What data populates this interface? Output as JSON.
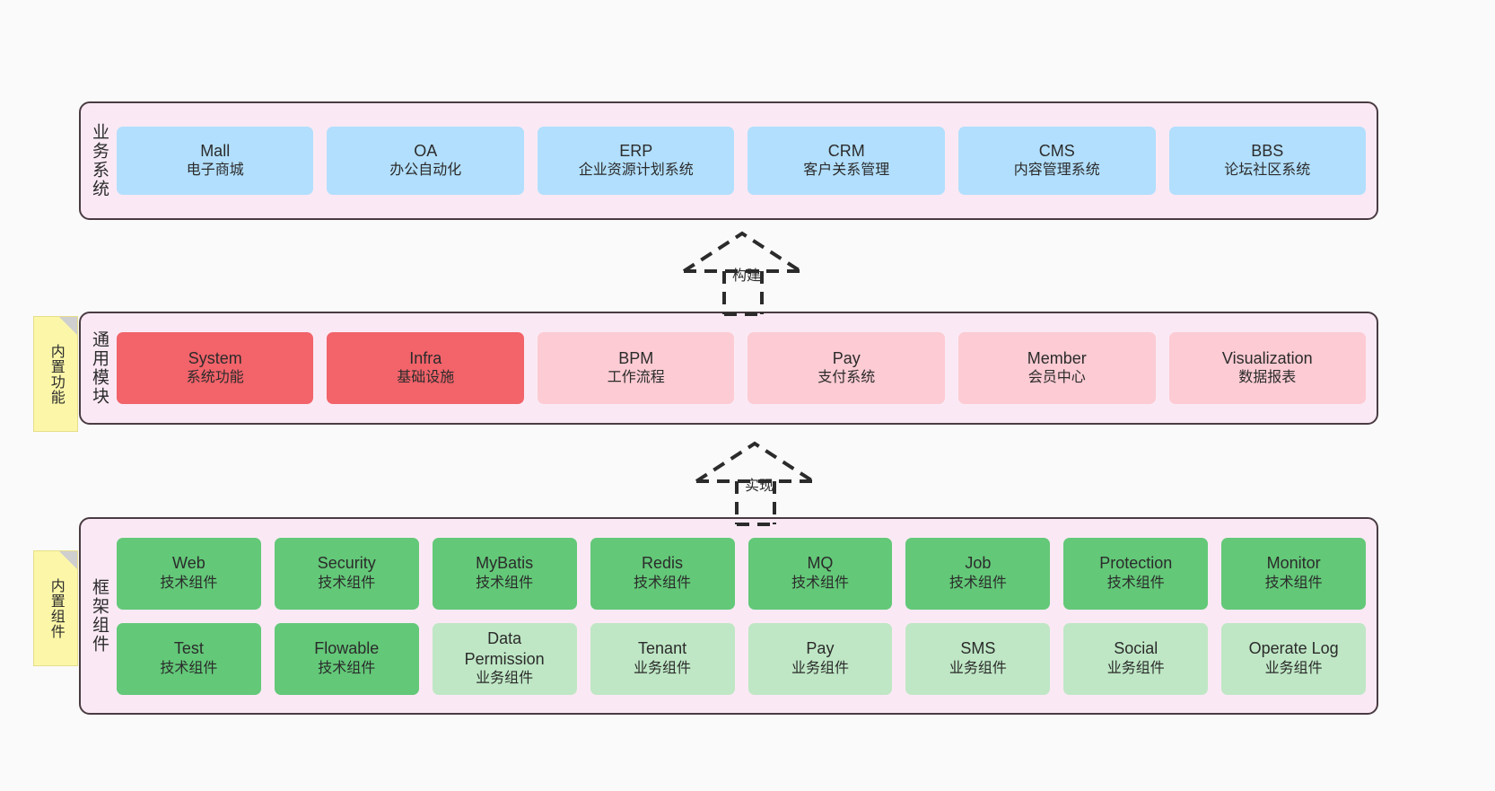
{
  "diagram": {
    "title_hidden": "",
    "colors": {
      "layer_bg": "#fae9f4",
      "layer_border": "#4a3b42",
      "business_box": "#b2dffd",
      "module_core": "#f2636a",
      "module_other": "#fccbd3",
      "component_tech": "#63c878",
      "component_biz": "#bfe7c5",
      "tag_bg": "#fcf7a8",
      "page_bg": "#fafafa"
    }
  },
  "layers": {
    "business": {
      "title": "业务系统",
      "items": [
        {
          "name": "Mall",
          "desc": "电子商城"
        },
        {
          "name": "OA",
          "desc": "办公自动化"
        },
        {
          "name": "ERP",
          "desc": "企业资源计划系统"
        },
        {
          "name": "CRM",
          "desc": "客户关系管理"
        },
        {
          "name": "CMS",
          "desc": "内容管理系统"
        },
        {
          "name": "BBS",
          "desc": "论坛社区系统"
        }
      ]
    },
    "modules": {
      "title": "通用模块",
      "tag": "内置功能",
      "items": [
        {
          "name": "System",
          "desc": "系统功能",
          "kind": "core"
        },
        {
          "name": "Infra",
          "desc": "基础设施",
          "kind": "core"
        },
        {
          "name": "BPM",
          "desc": "工作流程",
          "kind": "other"
        },
        {
          "name": "Pay",
          "desc": "支付系统",
          "kind": "other"
        },
        {
          "name": "Member",
          "desc": "会员中心",
          "kind": "other"
        },
        {
          "name": "Visualization",
          "desc": "数据报表",
          "kind": "other"
        }
      ]
    },
    "framework": {
      "title": "框架组件",
      "tag": "内置组件",
      "row1": [
        {
          "name": "Web",
          "desc": "技术组件",
          "kind": "tech"
        },
        {
          "name": "Security",
          "desc": "技术组件",
          "kind": "tech"
        },
        {
          "name": "MyBatis",
          "desc": "技术组件",
          "kind": "tech"
        },
        {
          "name": "Redis",
          "desc": "技术组件",
          "kind": "tech"
        },
        {
          "name": "MQ",
          "desc": "技术组件",
          "kind": "tech"
        },
        {
          "name": "Job",
          "desc": "技术组件",
          "kind": "tech"
        },
        {
          "name": "Protection",
          "desc": "技术组件",
          "kind": "tech"
        },
        {
          "name": "Monitor",
          "desc": "技术组件",
          "kind": "tech"
        }
      ],
      "row2": [
        {
          "name": "Test",
          "desc": "技术组件",
          "kind": "tech"
        },
        {
          "name": "Flowable",
          "desc": "技术组件",
          "kind": "tech"
        },
        {
          "name": "Data Permission",
          "desc": "业务组件",
          "kind": "biz"
        },
        {
          "name": "Tenant",
          "desc": "业务组件",
          "kind": "biz"
        },
        {
          "name": "Pay",
          "desc": "业务组件",
          "kind": "biz"
        },
        {
          "name": "SMS",
          "desc": "业务组件",
          "kind": "biz"
        },
        {
          "name": "Social",
          "desc": "业务组件",
          "kind": "biz"
        },
        {
          "name": "Operate Log",
          "desc": "业务组件",
          "kind": "biz"
        }
      ]
    }
  },
  "connectors": [
    {
      "label": "构建"
    },
    {
      "label": "实现"
    }
  ]
}
